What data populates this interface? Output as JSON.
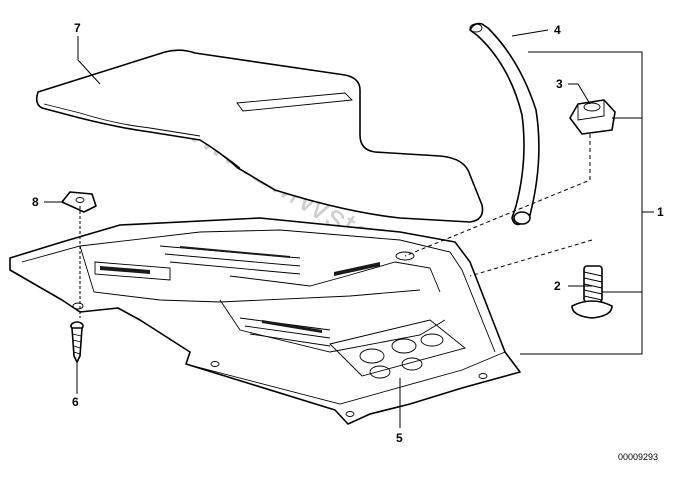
{
  "diagram": {
    "callouts": [
      "1",
      "2",
      "3",
      "4",
      "5",
      "6",
      "7",
      "8"
    ],
    "reference_code": "00009293",
    "watermark": "www.BMWstore.de"
  }
}
